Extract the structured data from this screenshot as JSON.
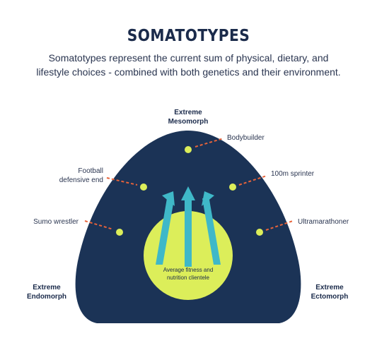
{
  "header": {
    "title": "SOMATOTYPES",
    "subtitle_line1": "Somatotypes represent the current sum of physical, dietary, and",
    "subtitle_line2": "lifestyle choices - combined with both genetics and their environment."
  },
  "diagram": {
    "top_label_line1": "Extreme",
    "top_label_line2": "Mesomorph",
    "left_label_line1": "Extreme",
    "left_label_line2": "Endomorph",
    "right_label_line1": "Extreme",
    "right_label_line2": "Ectomorph",
    "center_line1": "Average fitness and",
    "center_line2": "nutrition clientele",
    "examples": {
      "bodybuilder": "Bodybuilder",
      "football_line1": "Football",
      "football_line2": "defensive end",
      "sprinter": "100m sprinter",
      "sumo": "Sumo wrestler",
      "ultra": "Ultramarathoner"
    },
    "colors": {
      "shape": "#1b3356",
      "center_circle": "#dcee5a",
      "dots": "#dcee5a",
      "arrows": "#3fb8c8",
      "dashes": "#e8633a"
    }
  }
}
